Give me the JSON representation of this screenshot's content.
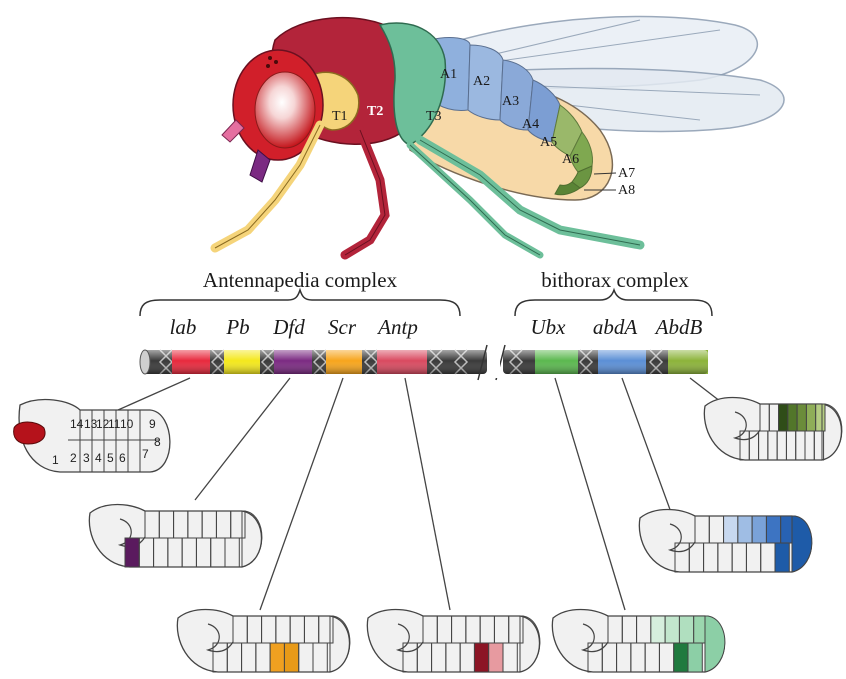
{
  "complexes": {
    "antennapedia": "Antennapedia complex",
    "bithorax": "bithorax complex"
  },
  "genes": [
    {
      "name": "lab",
      "color": "#e8293d"
    },
    {
      "name": "Pb",
      "color": "#f4e81c"
    },
    {
      "name": "Dfd",
      "color": "#7b2a82"
    },
    {
      "name": "Scr",
      "color": "#f7a51c"
    },
    {
      "name": "Antp",
      "color": "#d94a60"
    },
    {
      "name": "Ubx",
      "color": "#5bb84f"
    },
    {
      "name": "abdA",
      "color": "#5b8fd6"
    },
    {
      "name": "AbdB",
      "color": "#8cb33a"
    }
  ],
  "fly_labels": {
    "thorax": [
      "T1",
      "T2",
      "T3"
    ],
    "abdomen": [
      "A1",
      "A2",
      "A3",
      "A4",
      "A5",
      "A6",
      "A7",
      "A8"
    ]
  },
  "embryo_numbers": {
    "top": [
      "14",
      "13",
      "12",
      "11",
      "10",
      "9"
    ],
    "bottom": [
      "2",
      "3",
      "4",
      "5",
      "6",
      "7",
      "8"
    ],
    "head": "1"
  }
}
